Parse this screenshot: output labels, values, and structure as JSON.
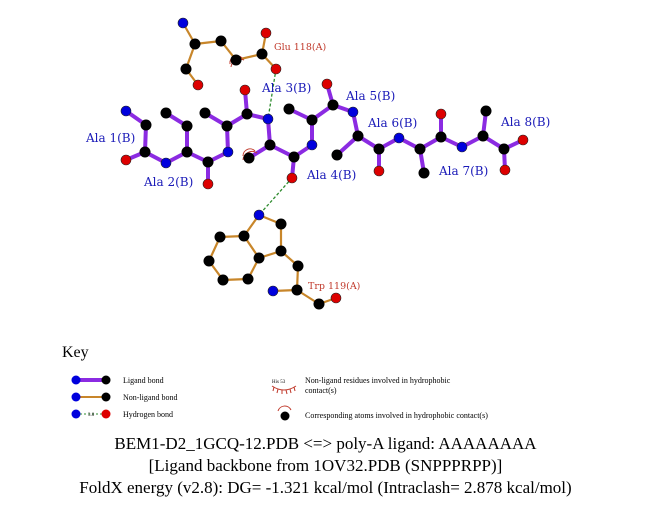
{
  "colors": {
    "ligand_bond": "#8b2be2",
    "nonligand_bond": "#c8862a",
    "hbond": "#2e8b2e",
    "carbon": "#000000",
    "nitrogen": "#0000dd",
    "oxygen": "#dd0000",
    "ligand_label": "#1a1ab8",
    "protein_label": "#c0392b"
  },
  "ligand_residues": [
    "Ala 1(B)",
    "Ala 2(B)",
    "Ala 3(B)",
    "Ala 4(B)",
    "Ala 5(B)",
    "Ala 6(B)",
    "Ala 7(B)",
    "Ala 8(B)"
  ],
  "protein_residues": [
    "Glu 118(A)",
    "Trp 119(A)"
  ],
  "key": {
    "title": "Key",
    "ligand_bond": "Ligand bond",
    "nonligand_bond": "Non-ligand bond",
    "hydrogen_bond": "Hydrogen bond",
    "hydrophobic_residues_line1": "Non-ligand residues involved in hydrophobic",
    "hydrophobic_residues_line2": "contact(s)",
    "hydrophobic_atoms": "Corresponding atoms involved in hydrophobic contact(s)",
    "his_label": "His 53",
    "hbond_len": "3.0"
  },
  "caption": {
    "line1": "BEM1-D2_1GCQ-12.PDB <=> poly-A ligand: AAAAAAAA",
    "line2": "[Ligand backbone from 1OV32.PDB (SNPPPRPP)]",
    "line3": "FoldX energy (v2.8): DG= -1.321 kcal/mol (Intraclash= 2.878 kcal/mol)"
  }
}
